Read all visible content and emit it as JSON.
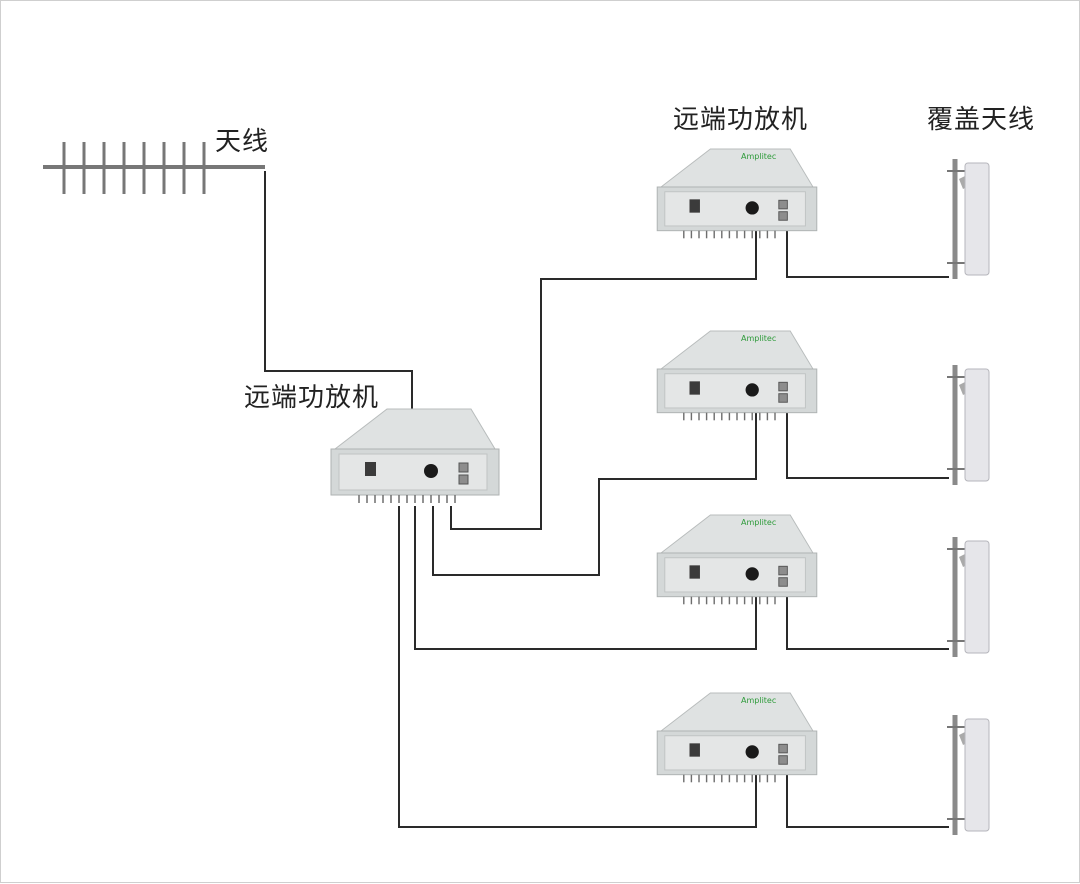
{
  "labels": {
    "donor_antenna": "天线",
    "main_amplifier": "远端功放机",
    "remote_amplifier_header": "远端功放机",
    "coverage_antenna_header": "覆盖天线"
  },
  "brand": {
    "logo_text": "Amplitec"
  },
  "colors": {
    "cable": "#2a2a2a",
    "unit_body": "#d9dcdc",
    "unit_shadow": "#bcc0c0",
    "antenna_panel": "#e6e6ea",
    "pole": "#8a8a8a",
    "logo": "#2e9b3a"
  },
  "amplifier_count": 4,
  "coverage_antenna_count": 4
}
